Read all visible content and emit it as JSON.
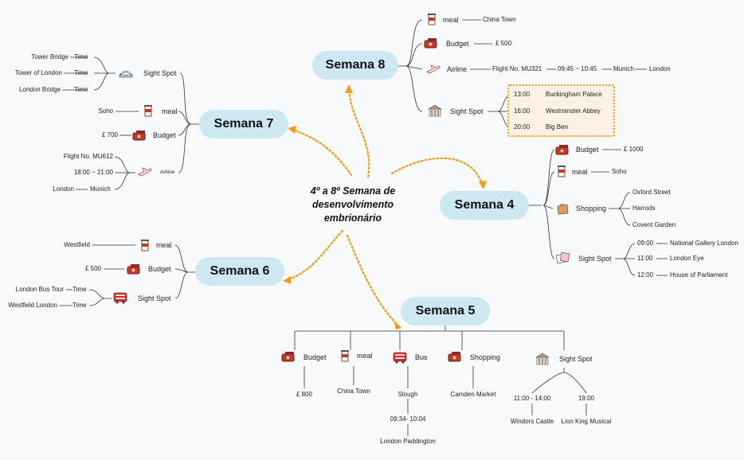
{
  "central_topic": [
    "4º a 8º Semana de",
    "desenvolvimento",
    "embrionário"
  ],
  "colors": {
    "pill": "#cde8f1",
    "connector": "#f29b17",
    "line": "#333333",
    "highlight_bg": "#fdf0e4"
  },
  "weeks": {
    "w8": {
      "label": "Semana 8",
      "meal": {
        "label": "meal",
        "value": "China Town"
      },
      "budget": {
        "label": "Budget",
        "value": "£ 500"
      },
      "airline": {
        "label": "Airline",
        "flight": "Flight No. MU321",
        "time": "09:45 ~ 10:45",
        "from": "Munich",
        "to": "London"
      },
      "sight": {
        "label": "Sight Spot",
        "items": [
          {
            "time": "13:00",
            "place": "Buckingham Palace"
          },
          {
            "time": "16:00",
            "place": "Westminster Abbey"
          },
          {
            "time": "20:00",
            "place": "Big Ben"
          }
        ]
      }
    },
    "w7": {
      "label": "Semana 7",
      "sight": {
        "label": "Sight Spot",
        "items": [
          {
            "place": "Tower Bridge",
            "time": "Time"
          },
          {
            "place": "Tower of London",
            "time": "Time"
          },
          {
            "place": "London Bridge",
            "time": "Time"
          }
        ]
      },
      "meal": {
        "label": "meal",
        "value": "Soho"
      },
      "budget": {
        "label": "Budget",
        "value": "£ 700"
      },
      "airline": {
        "label": "Airline",
        "flight": "Flight No. MU612",
        "time": "18:00 ~ 21:00",
        "from": "London",
        "to": "Munich"
      }
    },
    "w6": {
      "label": "Semana 6",
      "meal": {
        "label": "meal",
        "value": "Westfield"
      },
      "budget": {
        "label": "Budget",
        "value": "£ 500"
      },
      "sight": {
        "label": "Sight Spot",
        "items": [
          {
            "place": "London Bus Tour",
            "time": "Time"
          },
          {
            "place": "Westfield London",
            "time": "Time"
          }
        ]
      }
    },
    "w4": {
      "label": "Semana 4",
      "budget": {
        "label": "Budget",
        "value": "£ 1000"
      },
      "meal": {
        "label": "meal",
        "value": "Soho"
      },
      "shopping": {
        "label": "Shopping",
        "items": [
          "Oxford Street",
          "Harrods",
          "Covent Garden"
        ]
      },
      "sight": {
        "label": "Sight Spot",
        "items": [
          {
            "time": "09:00",
            "place": "National Gallery London"
          },
          {
            "time": "11:00",
            "place": "London Eye"
          },
          {
            "time": "12:00",
            "place": "House of Parliament"
          }
        ]
      }
    },
    "w5": {
      "label": "Semana 5",
      "budget": {
        "label": "Budget",
        "value": "£ 800"
      },
      "meal": {
        "label": "meal",
        "value": "China Town"
      },
      "bus": {
        "label": "Bus",
        "from": "Slough",
        "time": "09:34- 10:04",
        "to": "London Paddington"
      },
      "shopping": {
        "label": "Shopping",
        "value": "Camden Market"
      },
      "sight": {
        "label": "Sight Spot",
        "items": [
          {
            "time": "11:00 - 14:00",
            "place": "Windors Castle"
          },
          {
            "time": "19:00",
            "place": "Lion King Musical"
          }
        ]
      }
    }
  }
}
